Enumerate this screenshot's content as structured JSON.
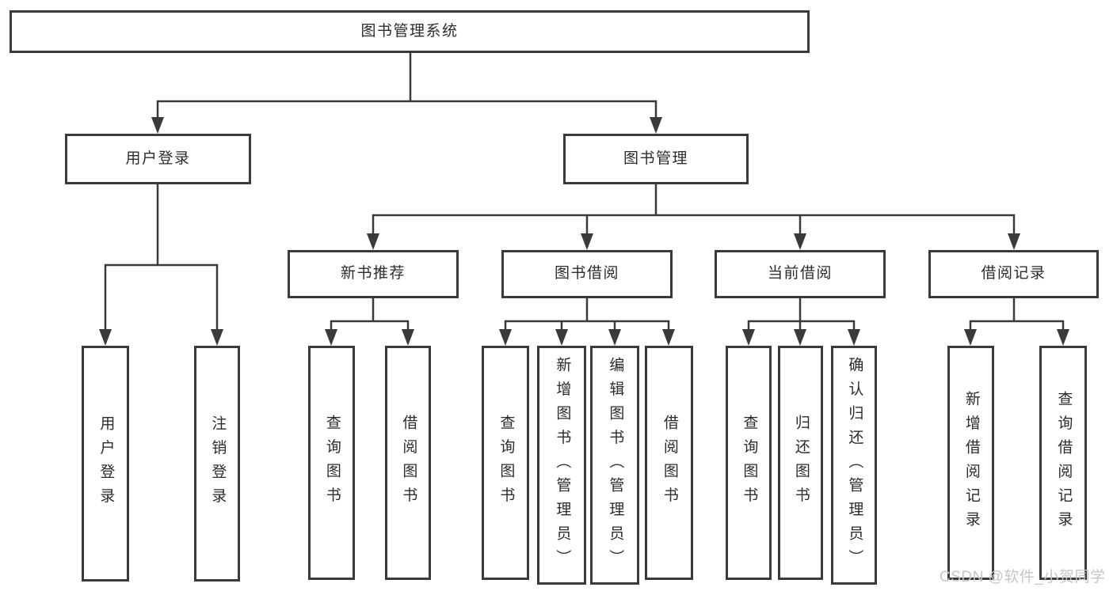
{
  "colors": {
    "line": "#3a3a3a",
    "text": "#2b2b2b",
    "background": "#ffffff",
    "watermark": "#c6c6c6"
  },
  "nodes": {
    "root": {
      "label": "图书管理系统"
    },
    "level2": [
      {
        "label": "用户登录"
      },
      {
        "label": "图书管理"
      }
    ],
    "level3": [
      {
        "label": "新书推荐"
      },
      {
        "label": "图书借阅"
      },
      {
        "label": "当前借阅"
      },
      {
        "label": "借阅记录"
      }
    ],
    "leaves": [
      {
        "label": "用户登录"
      },
      {
        "label": "注销登录"
      },
      {
        "label": "查询图书"
      },
      {
        "label": "借阅图书"
      },
      {
        "label": "查询图书"
      },
      {
        "label": "新增图书（管理员）"
      },
      {
        "label": "编辑图书（管理员）"
      },
      {
        "label": "借阅图书"
      },
      {
        "label": "查询图书"
      },
      {
        "label": "归还图书"
      },
      {
        "label": "确认归还（管理员）"
      },
      {
        "label": "新增借阅记录"
      },
      {
        "label": "查询借阅记录"
      }
    ]
  },
  "watermark": {
    "text": "CSDN @软件_小贺同学"
  }
}
